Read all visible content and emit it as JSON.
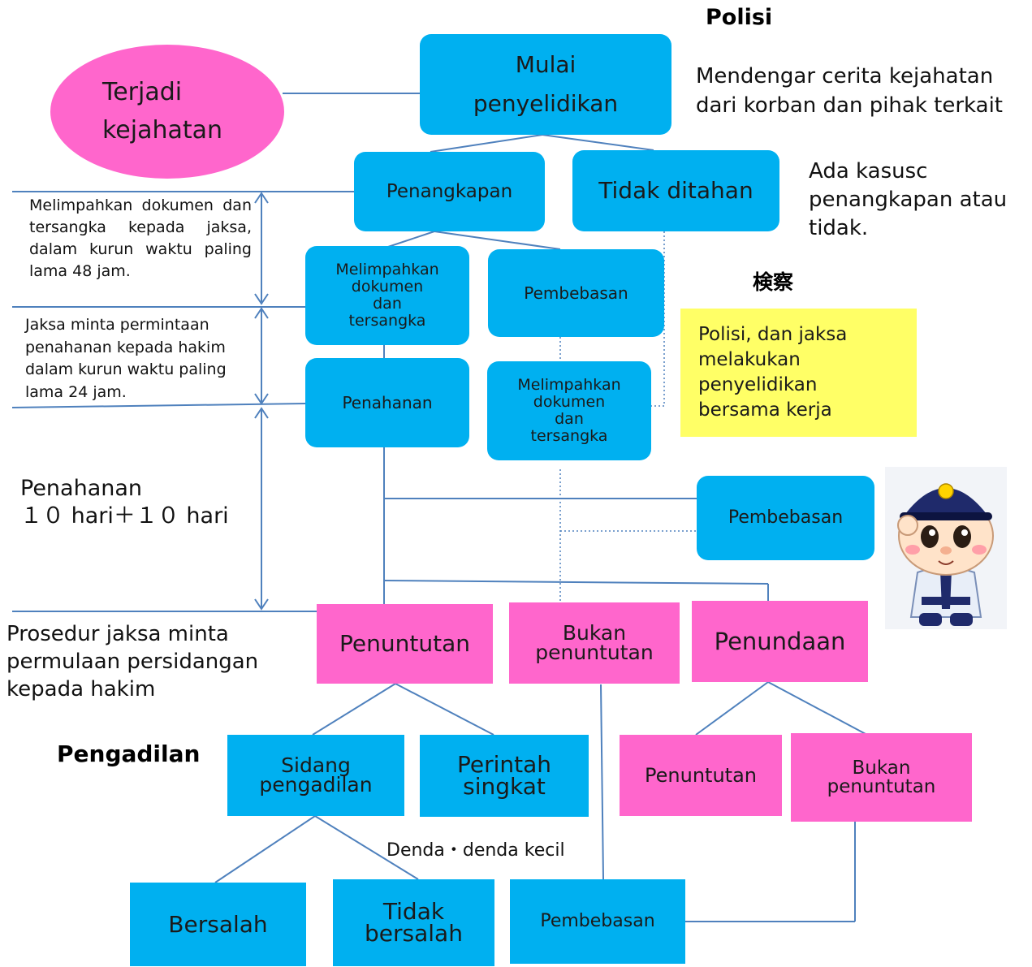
{
  "headings": {
    "polisi": "Polisi",
    "kensatsu": "検察",
    "pengadilan": "Pengadilan"
  },
  "nodes": {
    "terjadi": "Terjadi\nkejahatan",
    "mulai": "Mulai\npenyelidikan",
    "penangkapan": "Penangkapan",
    "tidak_ditahan": "Tidak ditahan",
    "melimpahkan_1": "Melimpahkan\ndokumen\ndan\ntersangka",
    "pembebasan_1": "Pembebasan",
    "penahanan": "Penahanan",
    "melimpahkan_2": "Melimpahkan\ndokumen\ndan\ntersangka",
    "pembebasan_2": "Pembebasan",
    "penuntutan_1": "Penuntutan",
    "bukan_penuntutan_1": "Bukan\npenuntutan",
    "penundaan": "Penundaan",
    "sidang": "Sidang\npengadilan",
    "perintah": "Perintah\nsingkat",
    "penuntutan_2": "Penuntutan",
    "bukan_penuntutan_2": "Bukan\npenuntutan",
    "bersalah": "Bersalah",
    "tidak_bersalah": "Tidak\nbersalah",
    "pembebasan_3": "Pembebasan"
  },
  "notes": {
    "mendengar": "Mendengar cerita kejahatan\ndari korban dan pihak terkait",
    "ada_kasus": "Ada kasusc\npenangkapan atau\ntidak.",
    "yellow_note": "Polisi, dan jaksa\nmelakukan\npenyelidikan\nbersama kerja",
    "limpah_48": "Melimpahkan dokumen dan tersangka kepada jaksa, dalam kurun waktu paling lama 48 jam.",
    "minta_24": "Jaksa minta permintaan penahanan kepada hakim dalam kurun waktu paling lama 24 jam.",
    "penahanan_days": "Penahanan\n１０ hari＋１０ hari",
    "prosedur": "Prosedur jaksa minta\npermulaan persidangan\nkepada hakim",
    "denda": "Denda・denda kecil"
  },
  "colors": {
    "blue_box": "#00b0f0",
    "pink_box": "#ff66cc",
    "ellipse": "#ff66cc",
    "note_yellow": "#ffff66",
    "line": "#4f81bd"
  },
  "mascot": "police-mascot-icon"
}
